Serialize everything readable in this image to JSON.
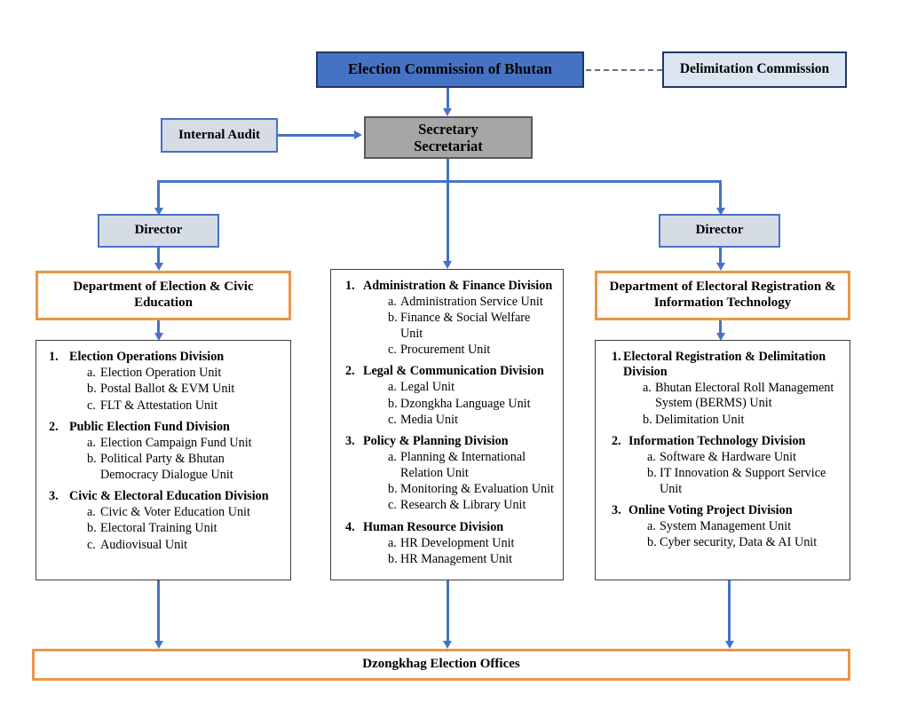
{
  "title": "Election Commission of Bhutan — Organizational Structure",
  "colors": {
    "primary_blue": "#4573C4",
    "dark_navy": "#1F3864",
    "light_blue": "#DCE6F2",
    "pale_blue_gray": "#D6DCE5",
    "gray": "#A6A6A6",
    "orange": "#E8974A",
    "panel_border": "#3F3F3F"
  },
  "nodes": {
    "commission": "Election Commission of Bhutan",
    "delimitation_commission": "Delimitation Commission",
    "internal_audit": "Internal Audit",
    "secretary": "Secretary\nSecretariat",
    "director_left": "Director",
    "director_right": "Director",
    "department_left": "Department of Election & Civic Education",
    "department_right": "Department of Electoral Registration & Information Technology",
    "footer": "Dzongkhag Election Offices"
  },
  "columns": {
    "left": {
      "department": "Department of Election & Civic Education",
      "divisions": [
        {
          "number": "1.",
          "name": "Election Operations Division",
          "units": [
            {
              "letter": "a.",
              "text": "Election Operation Unit"
            },
            {
              "letter": "b.",
              "text": "Postal Ballot & EVM Unit"
            },
            {
              "letter": "c.",
              "text": "FLT & Attestation Unit"
            }
          ]
        },
        {
          "number": "2.",
          "name": "Public Election Fund Division",
          "units": [
            {
              "letter": "a.",
              "text": "Election Campaign Fund Unit"
            },
            {
              "letter": "b.",
              "text": "Political Party & Bhutan Democracy Dialogue Unit"
            }
          ]
        },
        {
          "number": "3.",
          "name": "Civic & Electoral Education Division",
          "units": [
            {
              "letter": "a.",
              "text": "Civic & Voter Education Unit"
            },
            {
              "letter": "b.",
              "text": "Electoral Training Unit"
            },
            {
              "letter": "c.",
              "text": "Audiovisual Unit"
            }
          ]
        }
      ]
    },
    "center": {
      "department": "",
      "divisions": [
        {
          "number": "1.",
          "name": "Administration & Finance Division",
          "units": [
            {
              "letter": "a.",
              "text": "Administration Service Unit"
            },
            {
              "letter": "b.",
              "text": "Finance & Social Welfare Unit"
            },
            {
              "letter": "c.",
              "text": "Procurement Unit"
            }
          ]
        },
        {
          "number": "2.",
          "name": "Legal & Communication Division",
          "units": [
            {
              "letter": "a.",
              "text": "Legal Unit"
            },
            {
              "letter": "b.",
              "text": "Dzongkha Language Unit"
            },
            {
              "letter": "c.",
              "text": "Media Unit"
            }
          ]
        },
        {
          "number": "3.",
          "name": "Policy & Planning Division",
          "units": [
            {
              "letter": "a.",
              "text": "Planning & International Relation Unit"
            },
            {
              "letter": "b.",
              "text": "Monitoring & Evaluation Unit"
            },
            {
              "letter": "c.",
              "text": "Research & Library Unit"
            }
          ]
        },
        {
          "number": "4.",
          "name": "Human Resource Division",
          "units": [
            {
              "letter": "a.",
              "text": "HR Development Unit"
            },
            {
              "letter": "b.",
              "text": "HR Management Unit"
            }
          ]
        }
      ]
    },
    "right": {
      "department": "Department of Electoral Registration & Information Technology",
      "divisions": [
        {
          "number": "1.",
          "name": "Electoral Registration & Delimitation Division",
          "tight": true,
          "units": [
            {
              "letter": "a.",
              "text": "Bhutan Electoral Roll Management System (BERMS) Unit"
            },
            {
              "letter": "b.",
              "text": "Delimitation Unit"
            }
          ]
        },
        {
          "number": "2.",
          "name": "Information Technology Division",
          "units": [
            {
              "letter": "a.",
              "text": "Software & Hardware Unit"
            },
            {
              "letter": "b.",
              "text": "IT Innovation & Support Service Unit"
            }
          ]
        },
        {
          "number": "3.",
          "name": "Online Voting Project Division",
          "units": [
            {
              "letter": "a.",
              "text": "System Management Unit"
            },
            {
              "letter": "b.",
              "text": "Cyber security, Data & AI Unit"
            }
          ]
        }
      ]
    }
  }
}
